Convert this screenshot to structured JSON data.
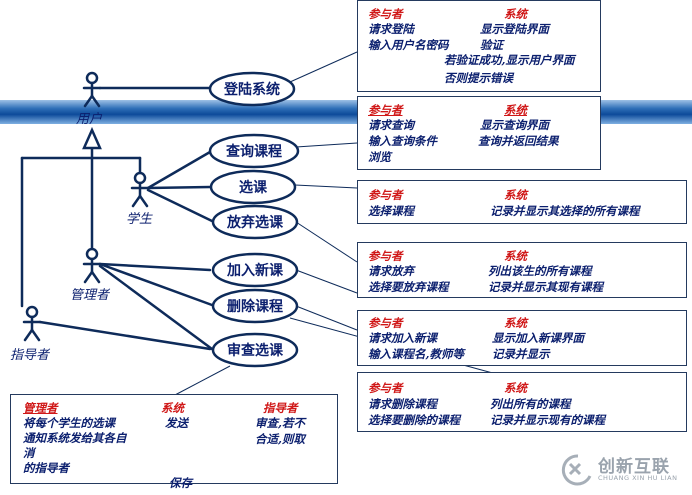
{
  "actors": {
    "user": "用户",
    "student": "学生",
    "manager": "管理者",
    "advisor": "指导者"
  },
  "usecases": {
    "login": "登陆系统",
    "query": "查询课程",
    "select": "选课",
    "drop": "放弃选课",
    "add": "加入新课",
    "delete": "删除课程",
    "review": "审查选课"
  },
  "boxes": {
    "login": {
      "h1": "参与者",
      "h2": "系统",
      "lines": [
        "请求登陆",
        "显示登陆界面",
        "输入用户名密码",
        "验证",
        "若验证成功,显示用户界面",
        "否则提示错误"
      ]
    },
    "query": {
      "h1": "参与者",
      "h2": "系统",
      "lines": [
        "请求查询",
        "显示查询界面",
        "输入查询条件",
        "查询并返回结果",
        "浏览"
      ]
    },
    "select": {
      "h1": "参与者",
      "h2": "系统",
      "lines": [
        "选择课程",
        "记录并显示其选择的所有课程"
      ]
    },
    "drop": {
      "h1": "参与者",
      "h2": "系统",
      "lines": [
        "请求放弃",
        "列出该生的所有课程",
        "选择要放弃课程",
        "记录并显示其现有课程"
      ]
    },
    "add": {
      "h1": "参与者",
      "h2": "系统",
      "lines": [
        "请求加入新课",
        "显示加入新课界面",
        "输入课程名,教师等",
        "记录并显示"
      ]
    },
    "delete": {
      "h1": "参与者",
      "h2": "系统",
      "lines": [
        "请求删除课程",
        "列出所有的课程",
        "选择要删除的课程",
        "记录并显示现有的课程"
      ]
    },
    "review": {
      "h1": "管理者",
      "h2": "系统",
      "h3": "指导者",
      "lines": [
        "将每个学生的选课",
        "发送",
        "审查,若不",
        "通知系统发给其各自",
        "合适,则取",
        "消",
        "的指导者",
        "保存"
      ]
    }
  },
  "logo": {
    "name": "创新互联",
    "sub": "CHUANG XIN HU LIAN"
  },
  "colors": {
    "line": "#0e2b5a",
    "text": "#0b1f6e",
    "header": "#d01818",
    "band": "#0d4a9a"
  }
}
